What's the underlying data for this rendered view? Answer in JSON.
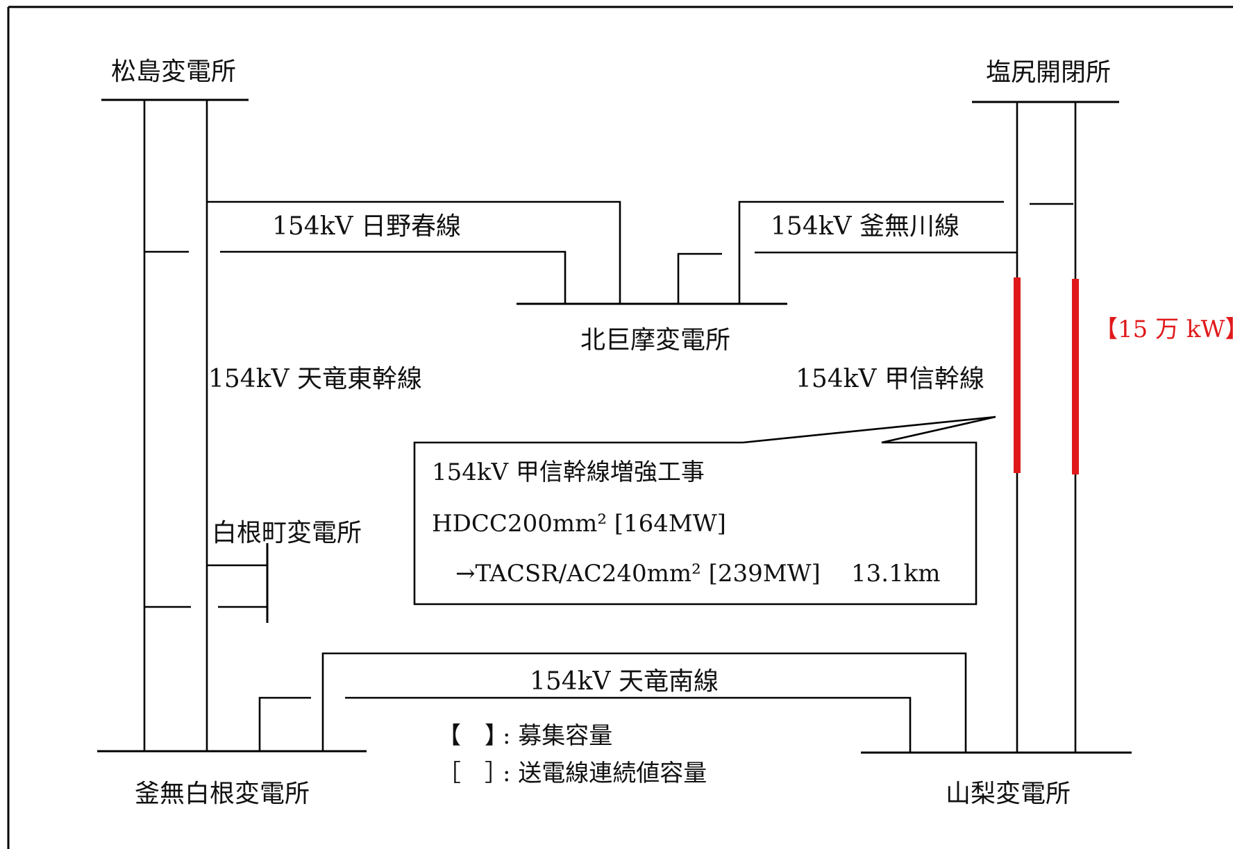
{
  "substations": {
    "matsushima": "松島変電所",
    "shiojiri": "塩尻開閉所",
    "kitakoma": "北巨摩変電所",
    "shironecho": "白根町変電所",
    "kamanashi_shirone": "釜無白根変電所",
    "yamanashi": "山梨変電所"
  },
  "lines": {
    "hinoharu": "154kV 日野春線",
    "kamanashigawa": "154kV 釜無川線",
    "tenryu_higashi": "154kV 天竜東幹線",
    "koshin": "154kV 甲信幹線",
    "tenryu_minami": "154kV 天竜南線"
  },
  "callout": {
    "title": "154kV 甲信幹線増強工事",
    "line1": "HDCC200mm² [164MW]",
    "line2": "→TACSR/AC240mm² [239MW]",
    "distance": "13.1km"
  },
  "capacity_label": "【15 万 kW】",
  "legend": {
    "item1_bracket": "【　】",
    "item1_text": ": 募集容量",
    "item2_bracket": "［　］",
    "item2_text": ": 送電線連続値容量"
  },
  "colors": {
    "highlight": "#e0191b",
    "line": "#000000"
  }
}
